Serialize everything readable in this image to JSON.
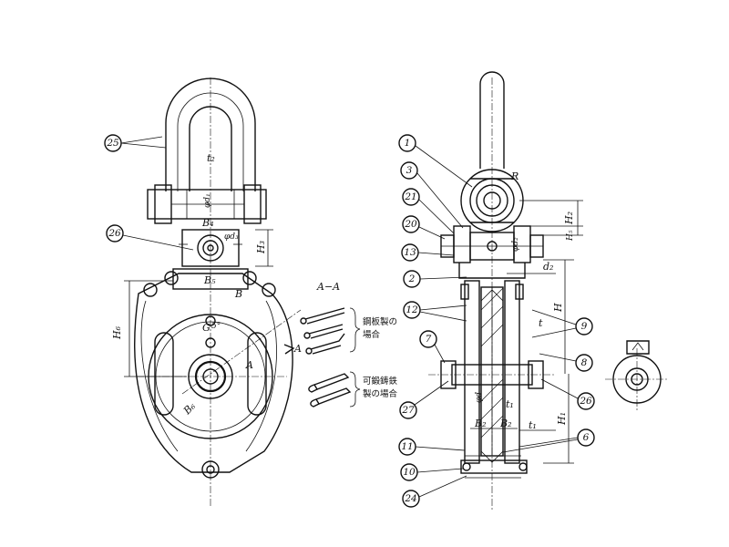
{
  "balloons": {
    "b1": "1",
    "b2": "2",
    "b3": "3",
    "b6": "6",
    "b7": "7",
    "b8": "8",
    "b9": "9",
    "b10": "10",
    "b11": "11",
    "b12": "12",
    "b13": "13",
    "b20": "20",
    "b21": "21",
    "b24": "24",
    "b25": "25",
    "b26a": "26",
    "b26b": "26",
    "b27": "27"
  },
  "dims": {
    "t2": "t₂",
    "b4": "B₄",
    "phi_d1": "φd₁",
    "h3": "H₃",
    "phi_d3": "φd₃",
    "b5": "B₅",
    "b": "B",
    "h6": "H₆",
    "g": "G",
    "angle": "5°",
    "a_left": "A",
    "a_right": "A",
    "b6": "B₆",
    "r": "R",
    "h2": "H₂",
    "h5": "H₅",
    "phi_d2": "φd₂",
    "d2": "d₂",
    "h": "H",
    "t": "t",
    "phi_d": "φd",
    "t1_top": "t₁",
    "b2_left": "B₂",
    "b2_right": "B₂",
    "t1_right": "t₁",
    "h1": "H₁"
  },
  "section": {
    "title": "A−A",
    "note1_line1": "鋼板製の",
    "note1_line2": "場合",
    "note2_line1": "可鍛鋳鉄",
    "note2_line2": "製の場合"
  }
}
